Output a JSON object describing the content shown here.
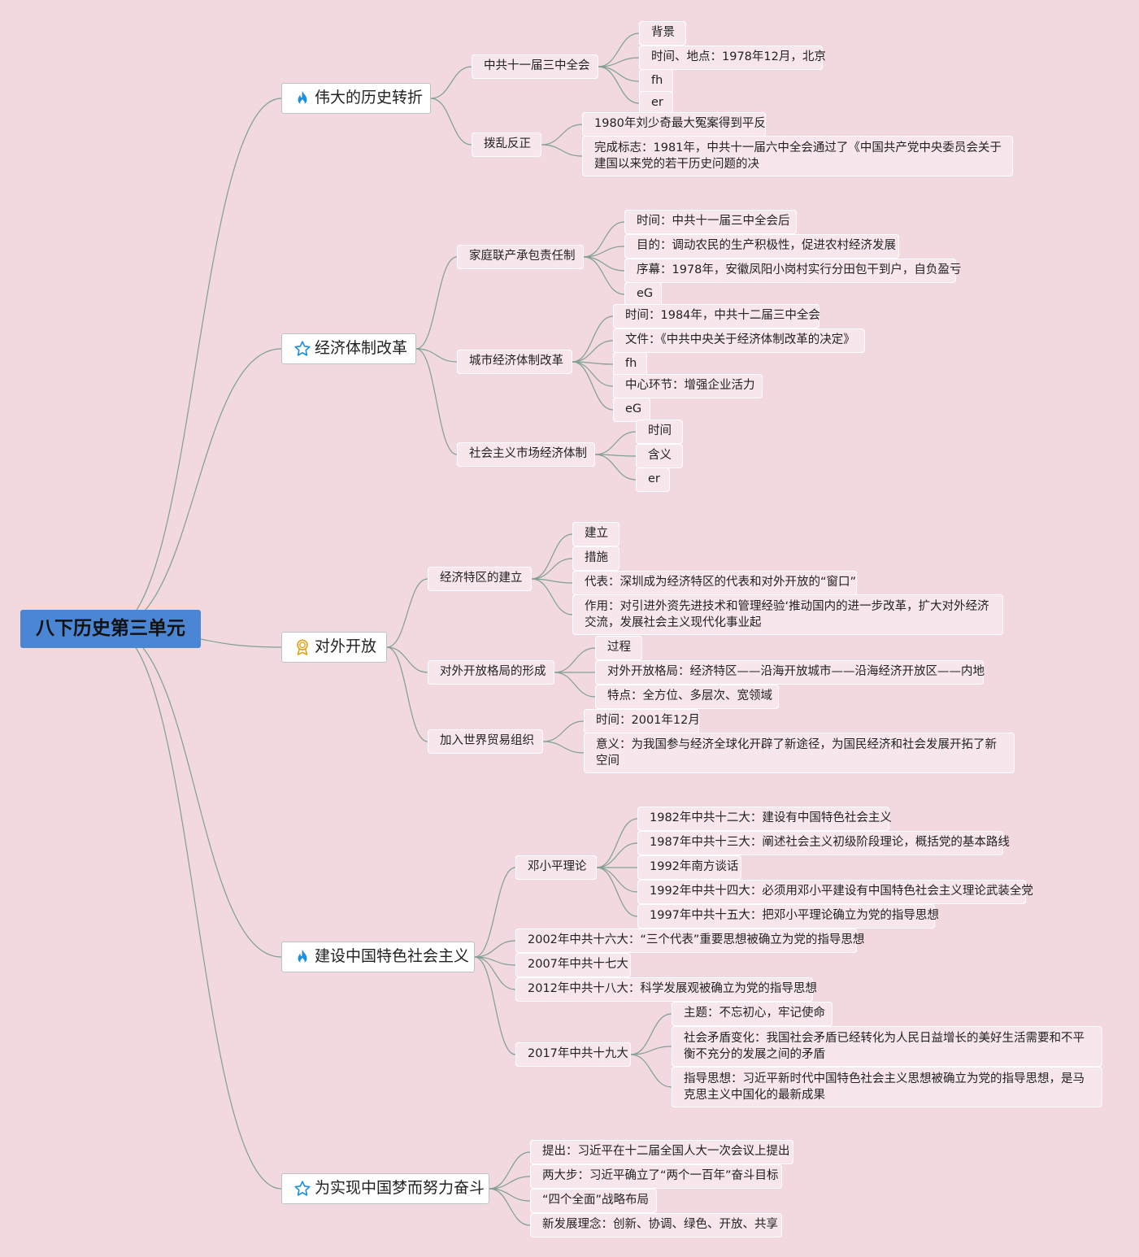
{
  "root": "八下历史第三单元",
  "branches": [
    {
      "title": "伟大的历史转折",
      "icon": "fire-icon",
      "children": [
        {
          "label": "中共十一届三中全会",
          "children": [
            "背景",
            "时间、地点：1978年12月，北京",
            "fh",
            "er"
          ]
        },
        {
          "label": "拨乱反正",
          "children": [
            "1980年刘少奇最大冤案得到平反",
            "完成标志：1981年，中共十一届六中全会通过了《中国共产党中央委员会关于建国以来党的若干历史问题的决"
          ]
        }
      ]
    },
    {
      "title": "经济体制改革",
      "icon": "star-icon",
      "children": [
        {
          "label": "家庭联产承包责任制",
          "children": [
            "时间：中共十一届三中全会后",
            "目的：调动农民的生产积极性，促进农村经济发展",
            "序幕：1978年，安徽凤阳小岗村实行分田包干到户，自负盈亏",
            "eG"
          ]
        },
        {
          "label": "城市经济体制改革",
          "children": [
            "时间：1984年，中共十二届三中全会",
            "文件：《中共中央关于经济体制改革的决定》",
            "fh",
            "中心环节：增强企业活力",
            "eG"
          ]
        },
        {
          "label": "社会主义市场经济体制",
          "children": [
            "时间",
            "含义",
            "er"
          ]
        }
      ]
    },
    {
      "title": "对外开放",
      "icon": "award-icon",
      "children": [
        {
          "label": "经济特区的建立",
          "children": [
            "建立",
            "措施",
            "代表：深圳成为经济特区的代表和对外开放的“窗口”",
            "作用：对引进外资先进技术和管理经验‘推动国内的进一步改革，扩大对外经济交流，发展社会主义现代化事业起"
          ]
        },
        {
          "label": "对外开放格局的形成",
          "children": [
            "过程",
            "对外开放格局：经济特区——沿海开放城市——沿海经济开放区——内地",
            "特点：全方位、多层次、宽领域"
          ]
        },
        {
          "label": "加入世界贸易组织",
          "children": [
            "时间：2001年12月",
            "意义：为我国参与经济全球化开辟了新途径，为国民经济和社会发展开拓了新空间"
          ]
        }
      ]
    },
    {
      "title": "建设中国特色社会主义",
      "icon": "fire-icon",
      "children": [
        {
          "label": "邓小平理论",
          "children": [
            "1982年中共十二大：建设有中国特色社会主义",
            "1987年中共十三大：阐述社会主义初级阶段理论，概括党的基本路线",
            "1992年南方谈话",
            "1992年中共十四大：必须用邓小平建设有中国特色社会主义理论武装全党",
            "1997年中共十五大：把邓小平理论确立为党的指导思想"
          ]
        },
        {
          "label": "2002年中共十六大：“三个代表”重要思想被确立为党的指导思想",
          "children": []
        },
        {
          "label": "2007年中共十七大",
          "children": []
        },
        {
          "label": "2012年中共十八大：科学发展观被确立为党的指导思想",
          "children": []
        },
        {
          "label": "2017年中共十九大",
          "children": [
            "主题：不忘初心，牢记使命",
            "社会矛盾变化：我国社会矛盾已经转化为人民日益增长的美好生活需要和不平衡不充分的发展之间的矛盾",
            "指导思想：习近平新时代中国特色社会主义思想被确立为党的指导思想，是马克思主义中国化的最新成果"
          ]
        }
      ]
    },
    {
      "title": "为实现中国梦而努力奋斗",
      "icon": "star-icon",
      "children": [
        {
          "label": "提出：习近平在十二届全国人大一次会议上提出",
          "children": []
        },
        {
          "label": "两大步：习近平确立了“两个一百年”奋斗目标",
          "children": []
        },
        {
          "label": "“四个全面”战略布局",
          "children": []
        },
        {
          "label": "新发展理念：创新、协调、绿色、开放、共享",
          "children": []
        }
      ]
    }
  ]
}
